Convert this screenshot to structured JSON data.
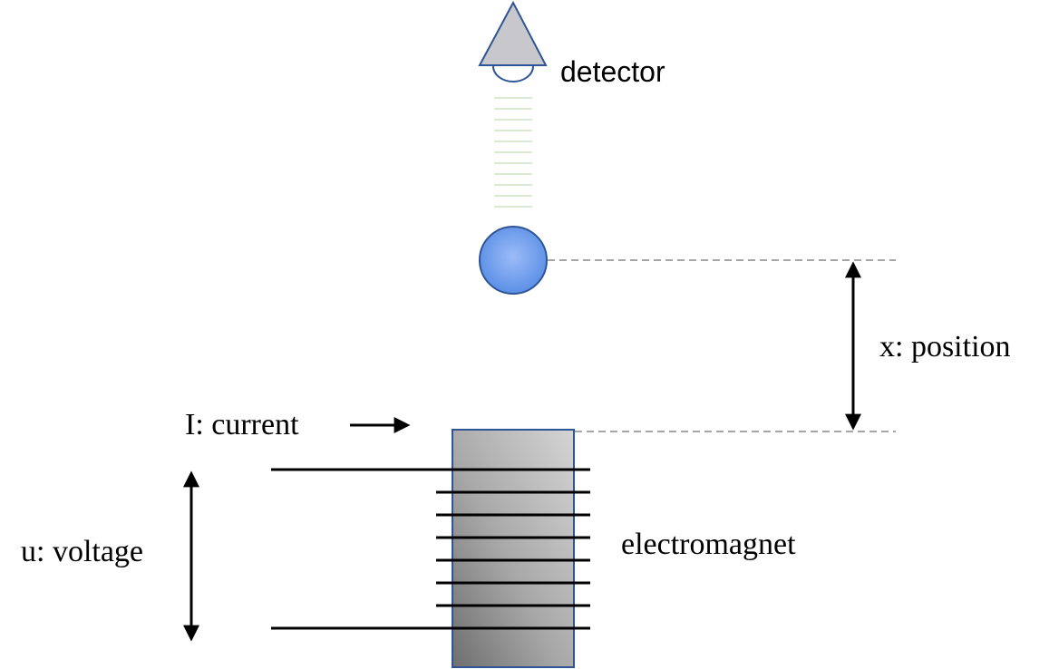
{
  "labels": {
    "detector": "detector",
    "position": "x: position",
    "current": "I: current",
    "voltage": "u: voltage",
    "electromagnet": "electromagnet"
  },
  "colors": {
    "detector_fill": "#c8c8cc",
    "detector_stroke": "#2f5597",
    "beam": "#d9ead3",
    "ball_fill": "#6d9eeb",
    "ball_stroke": "#2f5597",
    "guide_dashed": "#a6a6a6",
    "magnet_light": "#cfcfcf",
    "magnet_dark": "#7a7a7a",
    "magnet_stroke": "#2f5597",
    "wire": "#000000"
  }
}
